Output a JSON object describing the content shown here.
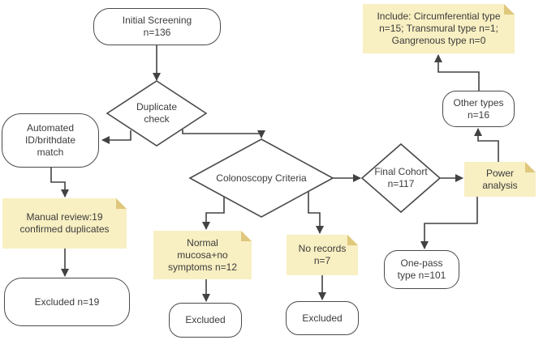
{
  "colors": {
    "line": "#424242",
    "node_fill": "#ffffff",
    "node_border": "#4a4a4a",
    "note_fill": "#f8efc2",
    "note_fold": "#dfc77c",
    "text": "#3c3c3c",
    "background": "#ffffff"
  },
  "nodes": {
    "initial_screening": {
      "label": "Initial Screening\nn=136"
    },
    "duplicate_check": {
      "label": "Duplicate\ncheck"
    },
    "automated_match": {
      "label": "Automated\nID/brithdate\nmatch"
    },
    "excluded_duplicates": {
      "label": "Excluded n=19"
    },
    "colonoscopy_criteria": {
      "label": "Colonoscopy Criteria"
    },
    "excluded_mucosa": {
      "label": "Excluded"
    },
    "excluded_records": {
      "label": "Excluded"
    },
    "final_cohort": {
      "label": "Final Cohort\nn=117"
    },
    "other_types": {
      "label": "Other types\nn=16"
    },
    "one_pass": {
      "label": "One-pass\ntype n=101"
    }
  },
  "notes": {
    "manual_review": {
      "label": "Manual review:19\nconfirmed duplicates"
    },
    "normal_mucosa": {
      "label": "Normal\nmucosa+no\nsymptoms n=12"
    },
    "no_records": {
      "label": "No records\nn=7"
    },
    "power_analysis": {
      "label": "Power\nanalysis"
    },
    "include_types": {
      "label": "Include: Circumferential type\nn=15; Transmural type n=1;\nGangrenous type n=0"
    }
  }
}
